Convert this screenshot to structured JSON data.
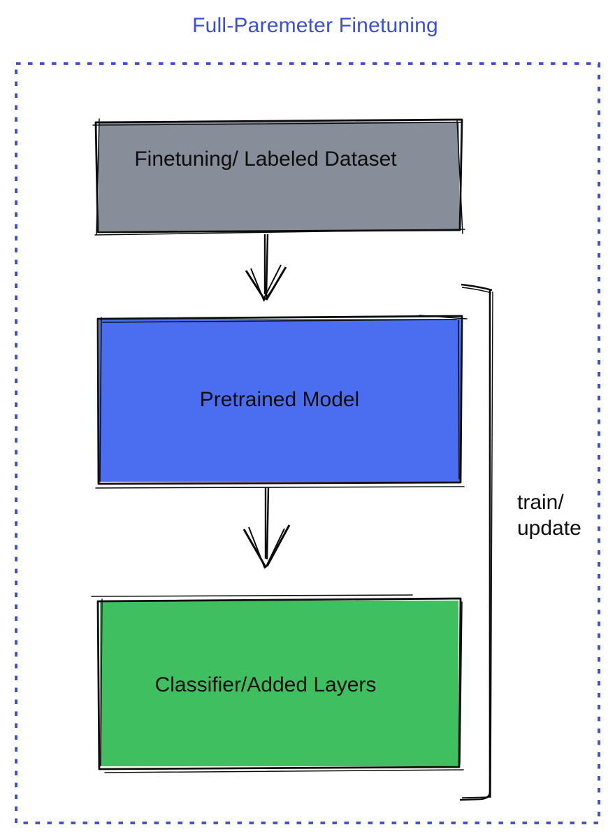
{
  "title": "Full-Paremeter Finetuning",
  "colors": {
    "title_text": "#3a50dc",
    "border": "#3a4ed4",
    "ink": "#0d0d0d",
    "label_text": "#0d0d0d",
    "dataset_fill": "#878e99",
    "pretrained_fill": "#4b6ef0",
    "classifier_fill": "#3fbf5f"
  },
  "boxes": [
    {
      "name": "finetuning-dataset",
      "label": "Finetuning/ Labeled Dataset",
      "fill": "#878e99"
    },
    {
      "name": "pretrained-model",
      "label": "Pretrained Model",
      "fill": "#4b6ef0"
    },
    {
      "name": "classifier-added-layers",
      "label": "Classifier/Added Layers",
      "fill": "#3fbf5f"
    }
  ],
  "bracket": {
    "line1": "train/",
    "line2": "update"
  }
}
